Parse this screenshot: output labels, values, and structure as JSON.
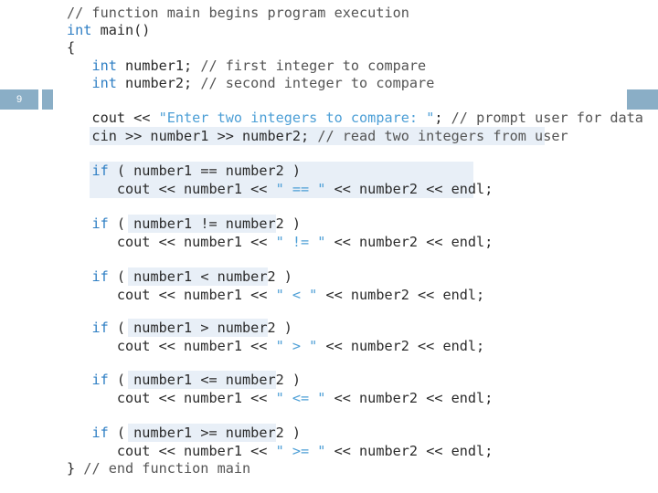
{
  "slide": {
    "number": "9"
  },
  "colors": {
    "keyword": "#2f7fc4",
    "string": "#4d9fd6",
    "comment": "#555555",
    "text": "#2a2a2a",
    "accent_bar": "#8aaec6",
    "highlight": "#e8eff7"
  },
  "code": {
    "lines": [
      [
        {
          "t": "cm",
          "s": "// function main begins program execution"
        }
      ],
      [
        {
          "t": "kw",
          "s": "int"
        },
        {
          "t": "tx",
          "s": " main()"
        }
      ],
      [
        {
          "t": "tx",
          "s": "{"
        }
      ],
      [
        {
          "t": "tx",
          "s": "   "
        },
        {
          "t": "kw",
          "s": "int"
        },
        {
          "t": "tx",
          "s": " number1; "
        },
        {
          "t": "cm",
          "s": "// first integer to compare"
        }
      ],
      [
        {
          "t": "tx",
          "s": "   "
        },
        {
          "t": "kw",
          "s": "int"
        },
        {
          "t": "tx",
          "s": " number2; "
        },
        {
          "t": "cm",
          "s": "// second integer to compare"
        }
      ],
      [],
      [
        {
          "t": "tx",
          "s": "   cout << "
        },
        {
          "t": "st",
          "s": "\"Enter two integers to compare: \""
        },
        {
          "t": "tx",
          "s": "; "
        },
        {
          "t": "cm",
          "s": "// prompt user for data"
        }
      ],
      [
        {
          "t": "tx",
          "s": "   cin >> number1 >> number2; "
        },
        {
          "t": "cm",
          "s": "// read two integers from user"
        }
      ],
      [],
      [
        {
          "t": "tx",
          "s": "   "
        },
        {
          "t": "kw",
          "s": "if"
        },
        {
          "t": "tx",
          "s": " ( number1 == number2 )"
        }
      ],
      [
        {
          "t": "tx",
          "s": "      cout << number1 << "
        },
        {
          "t": "st",
          "s": "\" == \""
        },
        {
          "t": "tx",
          "s": " << number2 << endl;"
        }
      ],
      [],
      [
        {
          "t": "tx",
          "s": "   "
        },
        {
          "t": "kw",
          "s": "if"
        },
        {
          "t": "tx",
          "s": " ( number1 != number2 )"
        }
      ],
      [
        {
          "t": "tx",
          "s": "      cout << number1 << "
        },
        {
          "t": "st",
          "s": "\" != \""
        },
        {
          "t": "tx",
          "s": " << number2 << endl;"
        }
      ],
      [],
      [
        {
          "t": "tx",
          "s": "   "
        },
        {
          "t": "kw",
          "s": "if"
        },
        {
          "t": "tx",
          "s": " ( number1 < number2 )"
        }
      ],
      [
        {
          "t": "tx",
          "s": "      cout << number1 << "
        },
        {
          "t": "st",
          "s": "\" < \""
        },
        {
          "t": "tx",
          "s": " << number2 << endl;"
        }
      ],
      [],
      [
        {
          "t": "tx",
          "s": "   "
        },
        {
          "t": "kw",
          "s": "if"
        },
        {
          "t": "tx",
          "s": " ( number1 > number2 )"
        }
      ],
      [
        {
          "t": "tx",
          "s": "      cout << number1 << "
        },
        {
          "t": "st",
          "s": "\" > \""
        },
        {
          "t": "tx",
          "s": " << number2 << endl;"
        }
      ],
      [],
      [
        {
          "t": "tx",
          "s": "   "
        },
        {
          "t": "kw",
          "s": "if"
        },
        {
          "t": "tx",
          "s": " ( number1 <= number2 )"
        }
      ],
      [
        {
          "t": "tx",
          "s": "      cout << number1 << "
        },
        {
          "t": "st",
          "s": "\" <= \""
        },
        {
          "t": "tx",
          "s": " << number2 << endl;"
        }
      ],
      [],
      [
        {
          "t": "tx",
          "s": "   "
        },
        {
          "t": "kw",
          "s": "if"
        },
        {
          "t": "tx",
          "s": " ( number1 >= number2 )"
        }
      ],
      [
        {
          "t": "tx",
          "s": "      cout << number1 << "
        },
        {
          "t": "st",
          "s": "\" >= \""
        },
        {
          "t": "tx",
          "s": " << number2 << endl;"
        }
      ],
      [
        {
          "t": "tx",
          "s": "} "
        },
        {
          "t": "cm",
          "s": "// end function main"
        }
      ]
    ]
  }
}
